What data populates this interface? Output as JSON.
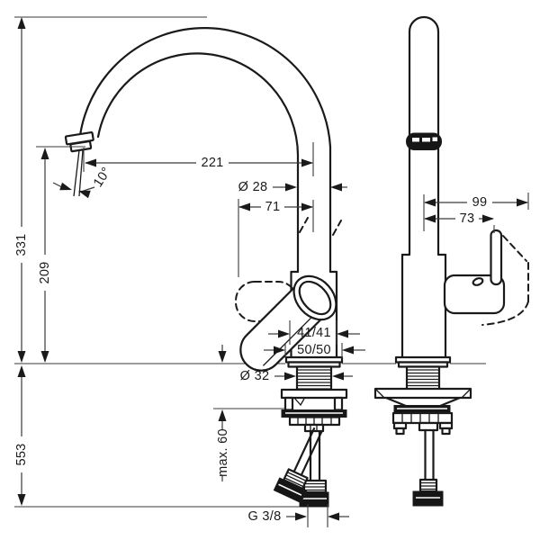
{
  "drawing": {
    "type": "faucet-installation-dimension-diagram",
    "views": {
      "left": "front-view",
      "right": "side-view"
    },
    "colors": {
      "ink": "#1a1a1a",
      "dim_line": "#3a3a3a",
      "background": "#ffffff"
    }
  },
  "dimensions": {
    "total_height": "331",
    "spout_height": "209",
    "spout_reach": "221",
    "spout_diameter": "Ø 28",
    "spray_angle": "10°",
    "handle_projection": "71",
    "body_section": "41/41",
    "base_section": "50/50",
    "hole_diameter": "Ø 32",
    "below_counter_height": "553",
    "max_counter_thickness": "max. 60",
    "connection_thread": "G 3/8",
    "side_handle_reach": "99",
    "side_handle_offset": "73"
  }
}
